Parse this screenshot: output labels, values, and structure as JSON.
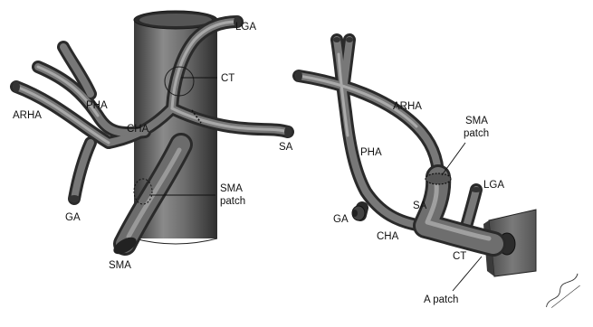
{
  "left_panel": {
    "labels": {
      "lga": "LGA",
      "ct": "CT",
      "pha": "PHA",
      "arha": "ARHA",
      "cha": "CHA",
      "sa": "SA",
      "sma_patch_line1": "SMA",
      "sma_patch_line2": "patch",
      "ga": "GA",
      "sma": "SMA"
    }
  },
  "right_panel": {
    "labels": {
      "arha": "ARHA",
      "sma_patch_line1": "SMA",
      "sma_patch_line2": "patch",
      "pha": "PHA",
      "lga": "LGA",
      "sa": "SA",
      "ga": "GA",
      "cha": "CHA",
      "ct": "CT",
      "a_patch": "A patch"
    }
  },
  "colors": {
    "vessel_dark": "#3d3d3d",
    "vessel_mid": "#6a6a6a",
    "vessel_light": "#9a9a9a",
    "background": "#ffffff"
  }
}
